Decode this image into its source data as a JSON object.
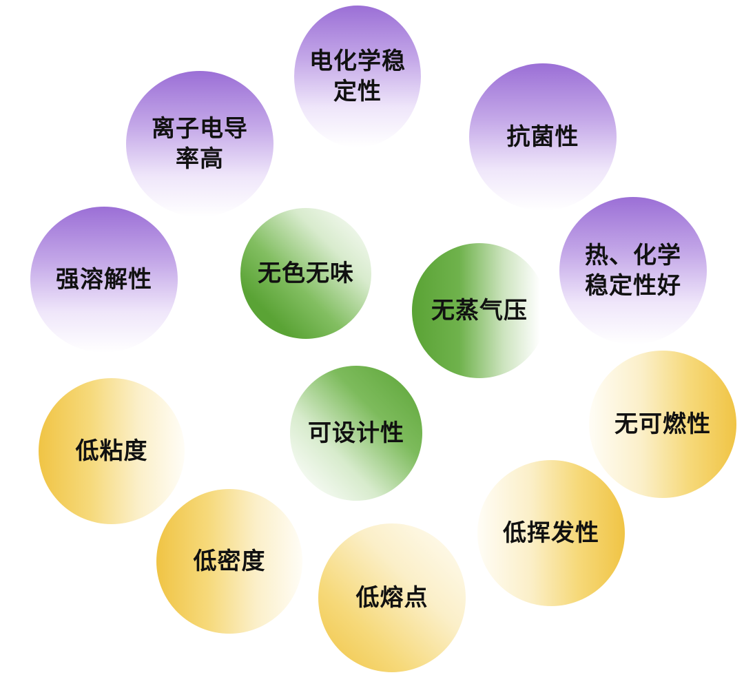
{
  "bubbles": [
    {
      "id": "electrochemical-stability",
      "label": "电化学稳\n定性",
      "group": "purple"
    },
    {
      "id": "antibacterial",
      "label": "抗菌性",
      "group": "purple"
    },
    {
      "id": "high-ionic-conductivity",
      "label": "离子电导\n率高",
      "group": "purple"
    },
    {
      "id": "strong-solubility",
      "label": "强溶解性",
      "group": "purple"
    },
    {
      "id": "thermal-chemical-stability",
      "label": "热、化学\n稳定性好",
      "group": "purple"
    },
    {
      "id": "colorless-odorless",
      "label": "无色无味",
      "group": "green"
    },
    {
      "id": "no-vapor-pressure",
      "label": "无蒸气压",
      "group": "green"
    },
    {
      "id": "designability",
      "label": "可设计性",
      "group": "green"
    },
    {
      "id": "low-viscosity",
      "label": "低粘度",
      "group": "yellow"
    },
    {
      "id": "non-flammable",
      "label": "无可燃性",
      "group": "yellow"
    },
    {
      "id": "low-volatility",
      "label": "低挥发性",
      "group": "yellow"
    },
    {
      "id": "low-density",
      "label": "低密度",
      "group": "yellow"
    },
    {
      "id": "low-melting-point",
      "label": "低熔点",
      "group": "yellow"
    }
  ],
  "colors": {
    "purple": "#9b6fd6",
    "green": "#5fa83a",
    "yellow": "#f0c445",
    "text": "#111111"
  }
}
